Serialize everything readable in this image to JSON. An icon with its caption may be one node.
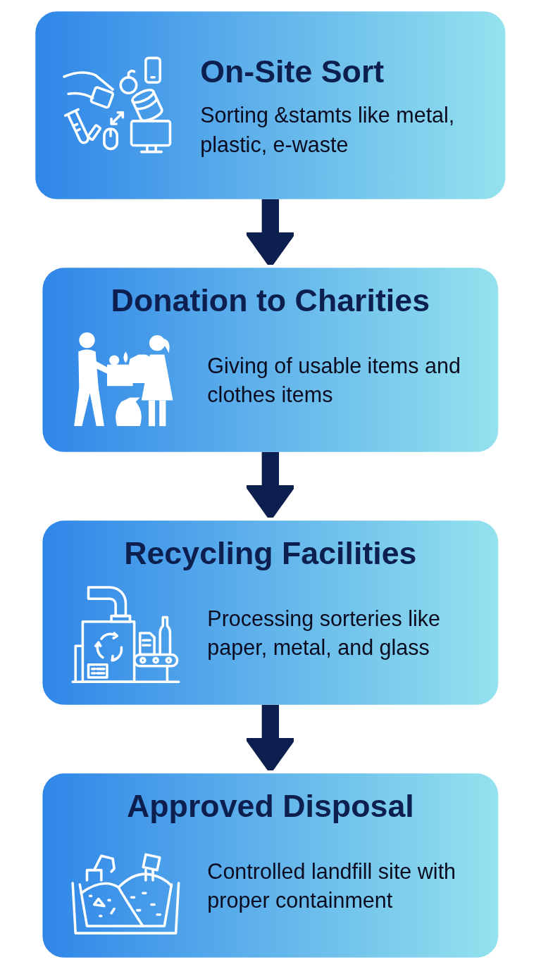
{
  "diagram": {
    "nodes": [
      {
        "text": [
          "On-Site Sort",
          "Sorting &stamts like metal, plastic, e-waste"
        ]
      },
      {
        "text": [
          "Donation to Charities",
          "Giving of usable items and clothes items"
        ]
      },
      {
        "text": [
          "Recycling Facilities",
          "Processing sorteries like paper, metal, and glass"
        ]
      },
      {
        "text": [
          "Approved Disposal",
          "Controlled landfill site with proper containment"
        ]
      }
    ],
    "edges": [
      {
        "from": 0,
        "to": 1,
        "arrow": "to"
      },
      {
        "from": 1,
        "to": 2,
        "arrow": "to"
      },
      {
        "from": 2,
        "to": 3,
        "arrow": "to"
      }
    ]
  }
}
